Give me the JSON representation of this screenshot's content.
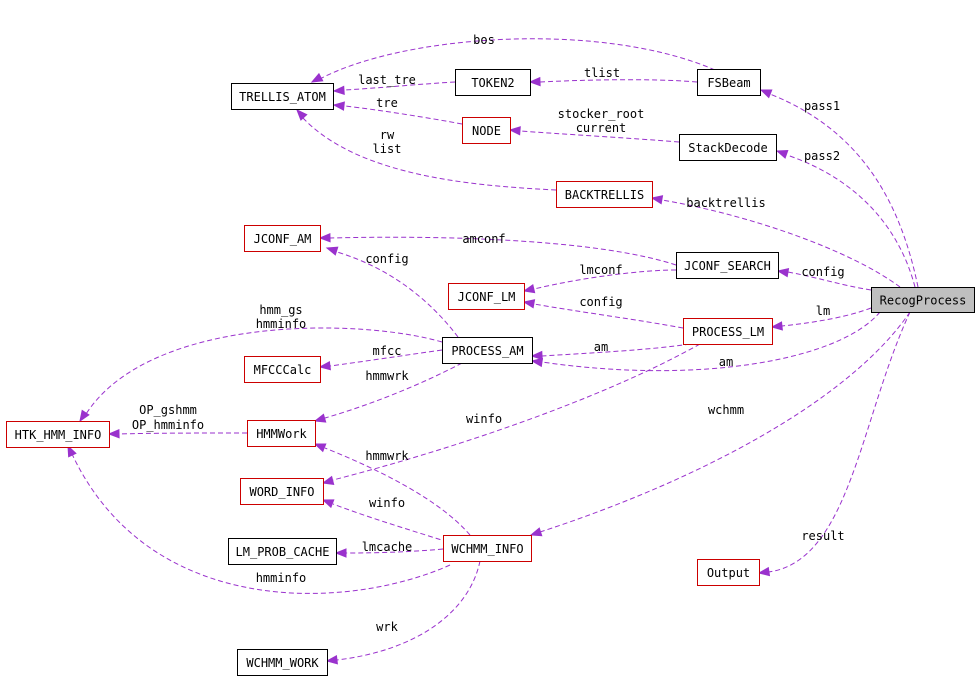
{
  "nodes": [
    {
      "id": "RecogProcess",
      "label": "RecogProcess",
      "style": "gray"
    },
    {
      "id": "TRELLIS_ATOM",
      "label": "TRELLIS_ATOM",
      "style": "black"
    },
    {
      "id": "TOKEN2",
      "label": "TOKEN2",
      "style": "black"
    },
    {
      "id": "FSBeam",
      "label": "FSBeam",
      "style": "black"
    },
    {
      "id": "NODE",
      "label": "NODE",
      "style": "red"
    },
    {
      "id": "StackDecode",
      "label": "StackDecode",
      "style": "black"
    },
    {
      "id": "BACKTRELLIS",
      "label": "BACKTRELLIS",
      "style": "red"
    },
    {
      "id": "JCONF_AM",
      "label": "JCONF_AM",
      "style": "red"
    },
    {
      "id": "JCONF_SEARCH",
      "label": "JCONF_SEARCH",
      "style": "black"
    },
    {
      "id": "JCONF_LM",
      "label": "JCONF_LM",
      "style": "red"
    },
    {
      "id": "PROCESS_LM",
      "label": "PROCESS_LM",
      "style": "red"
    },
    {
      "id": "PROCESS_AM",
      "label": "PROCESS_AM",
      "style": "black"
    },
    {
      "id": "MFCCCalc",
      "label": "MFCCCalc",
      "style": "red"
    },
    {
      "id": "HTK_HMM_INFO",
      "label": "HTK_HMM_INFO",
      "style": "red"
    },
    {
      "id": "HMMWork",
      "label": "HMMWork",
      "style": "red"
    },
    {
      "id": "WORD_INFO",
      "label": "WORD_INFO",
      "style": "red"
    },
    {
      "id": "LM_PROB_CACHE",
      "label": "LM_PROB_CACHE",
      "style": "black"
    },
    {
      "id": "WCHMM_INFO",
      "label": "WCHMM_INFO",
      "style": "red"
    },
    {
      "id": "WCHMM_WORK",
      "label": "WCHMM_WORK",
      "style": "black"
    },
    {
      "id": "Output",
      "label": "Output",
      "style": "red"
    }
  ],
  "edges": [
    {
      "id": "e_bos",
      "from": "FSBeam",
      "to": "TRELLIS_ATOM",
      "labels": [
        "bos"
      ]
    },
    {
      "id": "e_last_tre",
      "from": "TOKEN2",
      "to": "TRELLIS_ATOM",
      "labels": [
        "last_tre"
      ]
    },
    {
      "id": "e_tlist",
      "from": "FSBeam",
      "to": "TOKEN2",
      "labels": [
        "tlist"
      ]
    },
    {
      "id": "e_tre",
      "from": "NODE",
      "to": "TRELLIS_ATOM",
      "labels": [
        "tre"
      ]
    },
    {
      "id": "e_stocker",
      "from": "StackDecode",
      "to": "NODE",
      "labels": [
        "stocker_root",
        "current"
      ]
    },
    {
      "id": "e_rw_list",
      "from": "BACKTRELLIS",
      "to": "TRELLIS_ATOM",
      "labels": [
        "rw",
        "list"
      ]
    },
    {
      "id": "e_pass1",
      "from": "RecogProcess",
      "to": "FSBeam",
      "labels": [
        "pass1"
      ]
    },
    {
      "id": "e_pass2",
      "from": "RecogProcess",
      "to": "StackDecode",
      "labels": [
        "pass2"
      ]
    },
    {
      "id": "e_backtrellis",
      "from": "RecogProcess",
      "to": "BACKTRELLIS",
      "labels": [
        "backtrellis"
      ]
    },
    {
      "id": "e_amconf",
      "from": "JCONF_SEARCH",
      "to": "JCONF_AM",
      "labels": [
        "amconf"
      ]
    },
    {
      "id": "e_config_search",
      "from": "RecogProcess",
      "to": "JCONF_SEARCH",
      "labels": [
        "config"
      ]
    },
    {
      "id": "e_lmconf",
      "from": "JCONF_SEARCH",
      "to": "JCONF_LM",
      "labels": [
        "lmconf"
      ]
    },
    {
      "id": "e_config_am",
      "from": "PROCESS_AM",
      "to": "JCONF_AM",
      "labels": [
        "config"
      ]
    },
    {
      "id": "e_config_lm",
      "from": "PROCESS_LM",
      "to": "JCONF_LM",
      "labels": [
        "config"
      ]
    },
    {
      "id": "e_lm",
      "from": "RecogProcess",
      "to": "PROCESS_LM",
      "labels": [
        "lm"
      ]
    },
    {
      "id": "e_am_lm",
      "from": "PROCESS_LM",
      "to": "PROCESS_AM",
      "labels": [
        "am"
      ]
    },
    {
      "id": "e_am_rp",
      "from": "RecogProcess",
      "to": "PROCESS_AM",
      "labels": [
        "am"
      ]
    },
    {
      "id": "e_hmm_gs",
      "from": "PROCESS_AM",
      "to": "HTK_HMM_INFO",
      "labels": [
        "hmm_gs",
        "hmminfo"
      ]
    },
    {
      "id": "e_mfcc",
      "from": "PROCESS_AM",
      "to": "MFCCCalc",
      "labels": [
        "mfcc"
      ]
    },
    {
      "id": "e_hmmwrk_am",
      "from": "PROCESS_AM",
      "to": "HMMWork",
      "labels": [
        "hmmwrk"
      ]
    },
    {
      "id": "e_op",
      "from": "HMMWork",
      "to": "HTK_HMM_INFO",
      "labels": [
        "OP_gshmm",
        "OP_hmminfo"
      ]
    },
    {
      "id": "e_winfo_lm",
      "from": "PROCESS_LM",
      "to": "WORD_INFO",
      "labels": [
        "winfo"
      ]
    },
    {
      "id": "e_wchmm",
      "from": "RecogProcess",
      "to": "WCHMM_INFO",
      "labels": [
        "wchmm"
      ]
    },
    {
      "id": "e_hmmwrk_wc",
      "from": "WCHMM_INFO",
      "to": "HMMWork",
      "labels": [
        "hmmwrk"
      ]
    },
    {
      "id": "e_winfo_wc",
      "from": "WCHMM_INFO",
      "to": "WORD_INFO",
      "labels": [
        "winfo"
      ]
    },
    {
      "id": "e_lmcache",
      "from": "WCHMM_INFO",
      "to": "LM_PROB_CACHE",
      "labels": [
        "lmcache"
      ]
    },
    {
      "id": "e_hmminfo_wc",
      "from": "WCHMM_INFO",
      "to": "HTK_HMM_INFO",
      "labels": [
        "hmminfo"
      ]
    },
    {
      "id": "e_wrk",
      "from": "WCHMM_INFO",
      "to": "WCHMM_WORK",
      "labels": [
        "wrk"
      ]
    },
    {
      "id": "e_result",
      "from": "RecogProcess",
      "to": "Output",
      "labels": [
        "result"
      ]
    }
  ]
}
